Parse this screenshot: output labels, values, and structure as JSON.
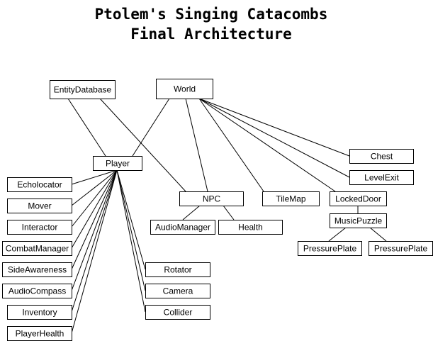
{
  "title_lines": [
    "Ptolem's Singing Catacombs",
    "Final Architecture"
  ],
  "nodes": [
    {
      "id": "entitydatabase",
      "label": "EntityDatabase"
    },
    {
      "id": "world",
      "label": "World"
    },
    {
      "id": "player",
      "label": "Player"
    },
    {
      "id": "echolocator",
      "label": "Echolocator"
    },
    {
      "id": "mover",
      "label": "Mover"
    },
    {
      "id": "interactor",
      "label": "Interactor"
    },
    {
      "id": "combatmanager",
      "label": "CombatManager"
    },
    {
      "id": "sideawareness",
      "label": "SideAwareness"
    },
    {
      "id": "audiocompass",
      "label": "AudioCompass"
    },
    {
      "id": "inventory",
      "label": "Inventory"
    },
    {
      "id": "playerhealth",
      "label": "PlayerHealth"
    },
    {
      "id": "rotator",
      "label": "Rotator"
    },
    {
      "id": "camera",
      "label": "Camera"
    },
    {
      "id": "collider",
      "label": "Collider"
    },
    {
      "id": "npc",
      "label": "NPC"
    },
    {
      "id": "audiomanager",
      "label": "AudioManager"
    },
    {
      "id": "health",
      "label": "Health"
    },
    {
      "id": "tilemap",
      "label": "TileMap"
    },
    {
      "id": "chest",
      "label": "Chest"
    },
    {
      "id": "levelexit",
      "label": "LevelExit"
    },
    {
      "id": "lockeddoor",
      "label": "LockedDoor"
    },
    {
      "id": "musicpuzzle",
      "label": "MusicPuzzle"
    },
    {
      "id": "pressureplate1",
      "label": "PressurePlate"
    },
    {
      "id": "pressureplate2",
      "label": "PressurePlate"
    }
  ],
  "edges": [
    [
      "entitydatabase",
      "player"
    ],
    [
      "entitydatabase",
      "npc"
    ],
    [
      "world",
      "player"
    ],
    [
      "world",
      "npc"
    ],
    [
      "world",
      "tilemap"
    ],
    [
      "world",
      "chest"
    ],
    [
      "world",
      "levelexit"
    ],
    [
      "world",
      "lockeddoor"
    ],
    [
      "player",
      "echolocator"
    ],
    [
      "player",
      "mover"
    ],
    [
      "player",
      "interactor"
    ],
    [
      "player",
      "combatmanager"
    ],
    [
      "player",
      "sideawareness"
    ],
    [
      "player",
      "audiocompass"
    ],
    [
      "player",
      "inventory"
    ],
    [
      "player",
      "playerhealth"
    ],
    [
      "player",
      "rotator"
    ],
    [
      "player",
      "camera"
    ],
    [
      "player",
      "collider"
    ],
    [
      "npc",
      "audiomanager"
    ],
    [
      "npc",
      "health"
    ],
    [
      "lockeddoor",
      "musicpuzzle"
    ],
    [
      "musicpuzzle",
      "pressureplate1"
    ],
    [
      "musicpuzzle",
      "pressureplate2"
    ]
  ]
}
